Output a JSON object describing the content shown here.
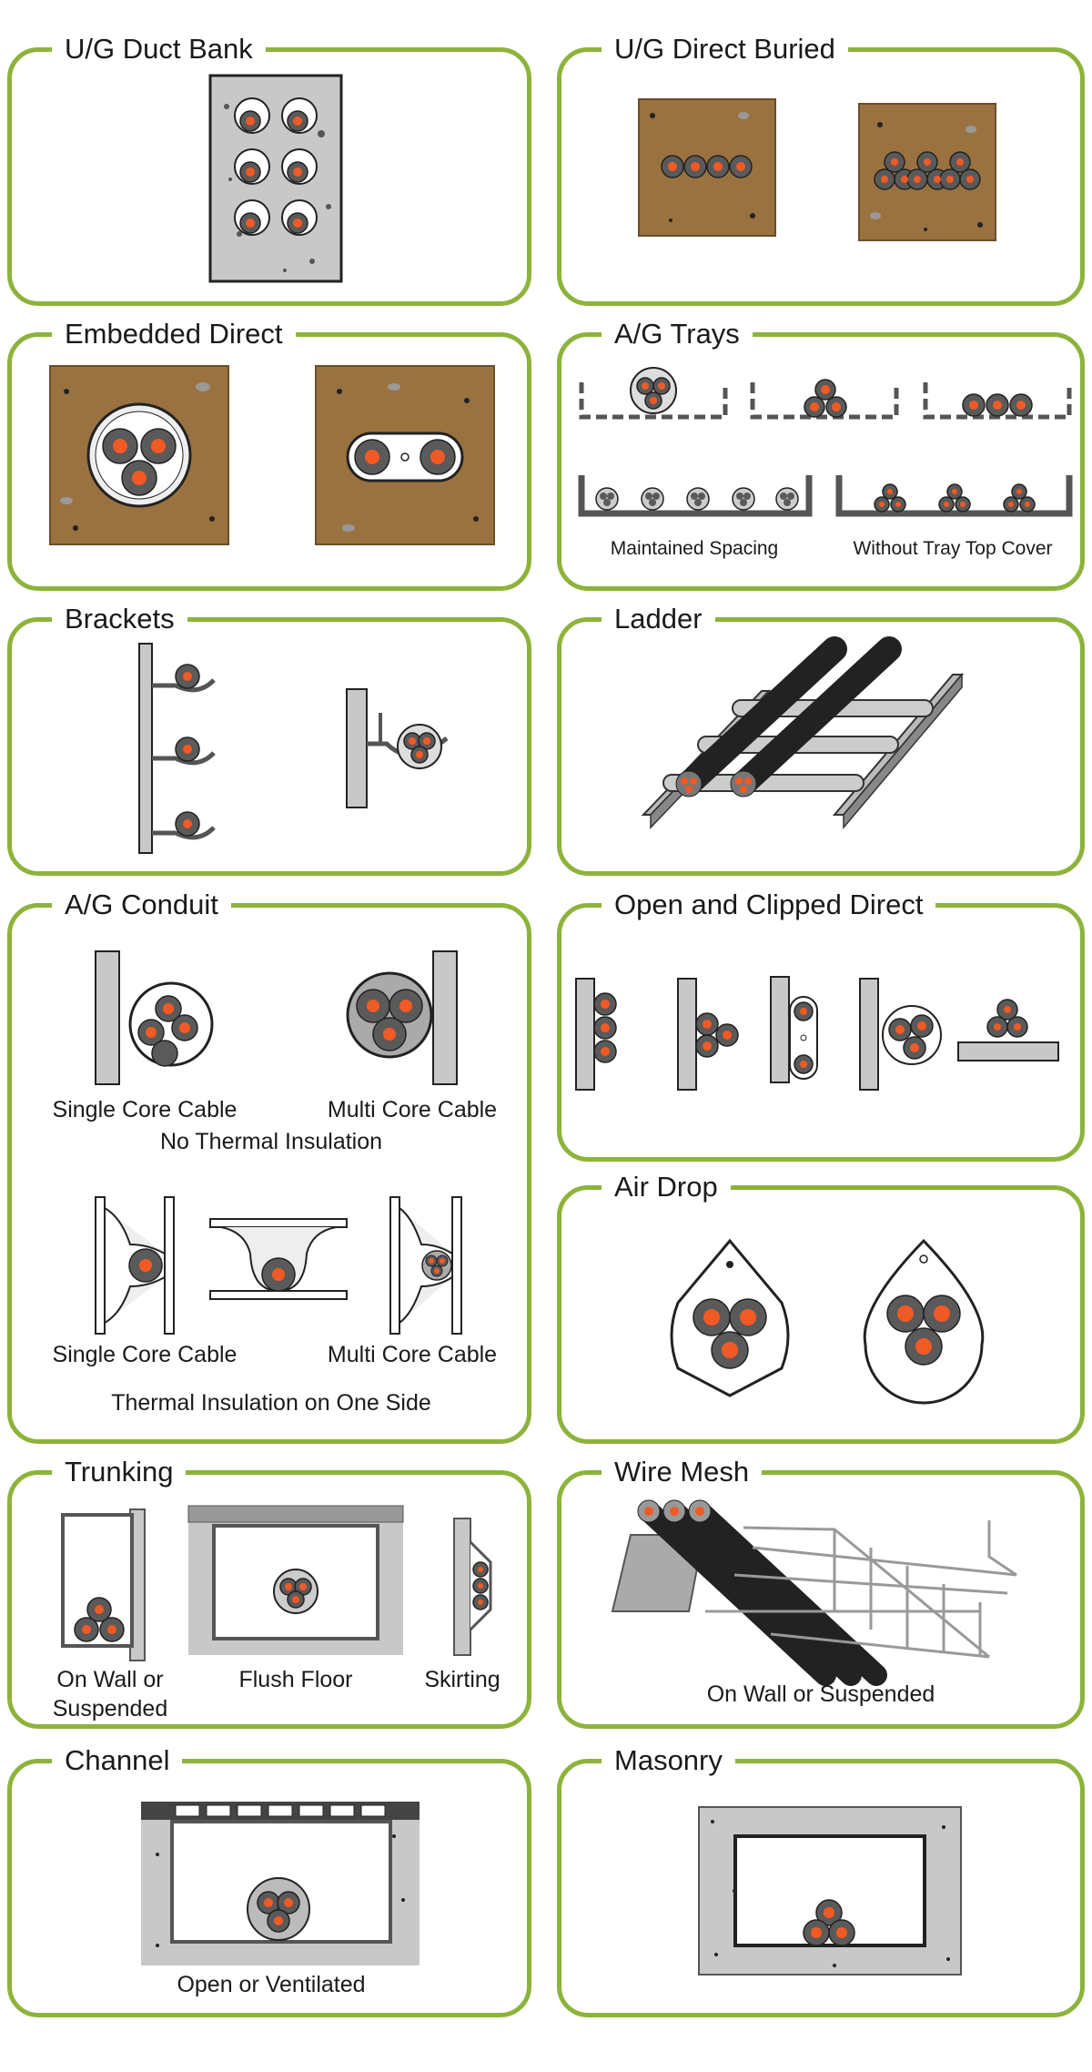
{
  "panels": {
    "duct_bank": {
      "title": "U/G Duct Bank"
    },
    "direct_buried": {
      "title": "U/G Direct Buried"
    },
    "embedded_direct": {
      "title": "Embedded Direct"
    },
    "ag_trays": {
      "title": "A/G Trays",
      "captions": [
        "Maintained Spacing",
        "Without Tray Top Cover"
      ]
    },
    "brackets": {
      "title": "Brackets"
    },
    "ladder": {
      "title": "Ladder"
    },
    "ag_conduit": {
      "title": "A/G Conduit",
      "captions": [
        "Single Core Cable",
        "Multi Core Cable",
        "No Thermal Insulation",
        "Single Core Cable",
        "Multi Core Cable",
        "Thermal Insulation on One Side"
      ]
    },
    "open_clipped": {
      "title": "Open and Clipped Direct"
    },
    "air_drop": {
      "title": "Air Drop"
    },
    "trunking": {
      "title": "Trunking",
      "captions": [
        "On Wall or",
        "Suspended",
        "Flush Floor",
        "Skirting"
      ]
    },
    "wire_mesh": {
      "title": "Wire Mesh",
      "captions": [
        "On Wall or Suspended"
      ]
    },
    "channel": {
      "title": "Channel",
      "captions": [
        "Open or Ventilated"
      ]
    },
    "masonry": {
      "title": "Masonry"
    }
  },
  "colors": {
    "border": "#8db33a",
    "soil": "#9a7240",
    "concrete": "#c8c8c8",
    "cable_jacket": "#5a5a5a",
    "conductor": "#f15a24"
  }
}
